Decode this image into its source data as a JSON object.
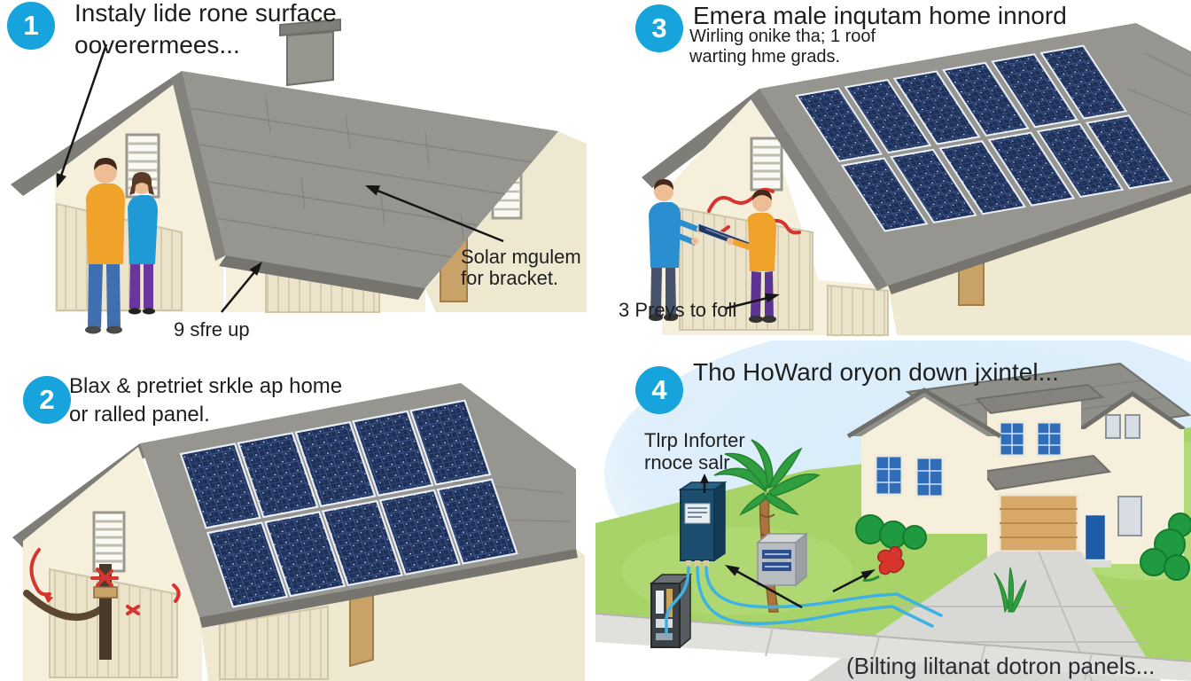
{
  "palette": {
    "badge_blue": "#17a3dc",
    "panel_navy": "#1e3058",
    "scribble_red": "#d6342e",
    "wire_cyan": "#3fb2e4",
    "wall_cream": "#f5efdc",
    "roof_gray": "#96958f",
    "lawn_green": "#a8d368",
    "sky_blue": "#ddeefb"
  },
  "steps": [
    {
      "number": "1",
      "title_line1": "Instaly lide rone surface",
      "title_line2": "ooverermees...",
      "roof_label_line1": "Solar mgulem",
      "roof_label_line2": "for bracket.",
      "eave_label": "9 sfre up"
    },
    {
      "number": "2",
      "title_line1": "Blax & pretriet srkle ap home",
      "title_line2": "or ralled panel."
    },
    {
      "number": "3",
      "title_line1": "Emera male inqutam home innord",
      "sub_line1": "Wirling onike tha; 1 roof",
      "sub_line2": "warting hme grads.",
      "press_label": "3 Preys to foll"
    },
    {
      "number": "4",
      "title_line1": "Tho HoWard oryon down jxintel...",
      "inverter_label_line1": "Tlrp Inforter",
      "inverter_label_line2": "rnoce salr",
      "caption": "(Bilting liltanat dotron panels..."
    }
  ]
}
